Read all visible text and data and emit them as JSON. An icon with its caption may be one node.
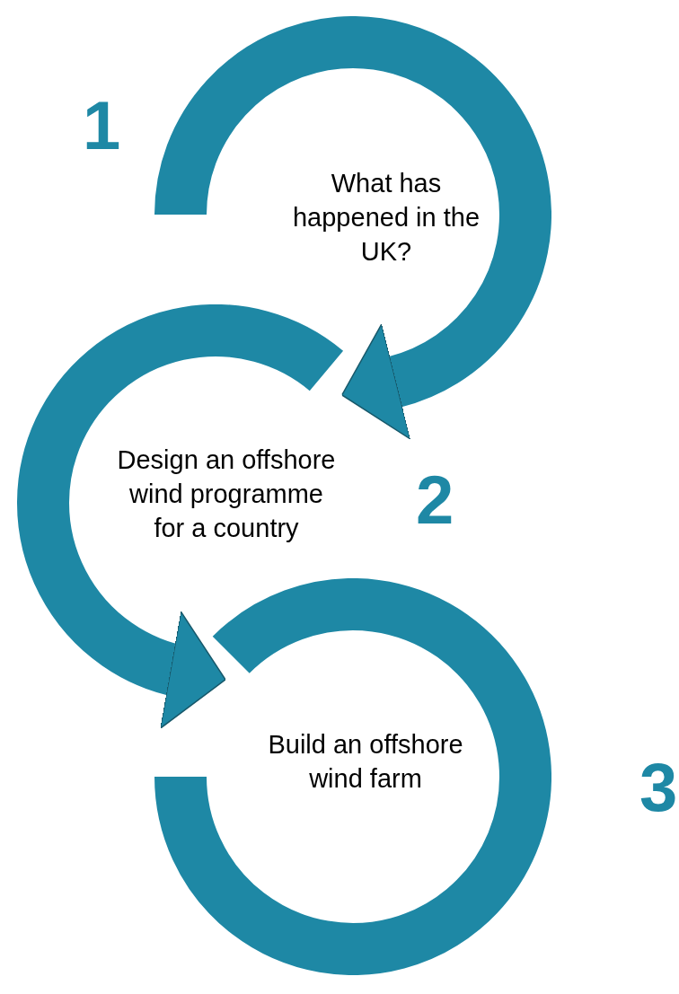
{
  "diagram": {
    "nodes": [
      {
        "text": [
          "What has happened in the UK?"
        ],
        "beside": [
          "1"
        ]
      },
      {
        "text": [
          "Design an offshore wind programme for a country"
        ],
        "beside": [
          "2"
        ]
      },
      {
        "text": [
          "Build an offshore wind farm"
        ],
        "beside": [
          "3"
        ]
      }
    ],
    "edges": [
      {
        "from": 0,
        "to": 1,
        "arrow": "to"
      },
      {
        "from": 1,
        "to": 2,
        "arrow": "to"
      }
    ]
  }
}
